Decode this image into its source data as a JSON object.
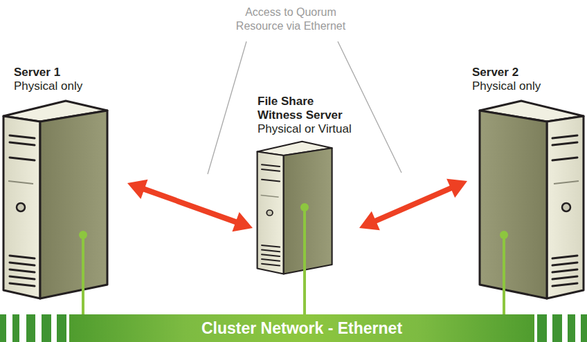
{
  "diagram": {
    "nodes": [
      {
        "text": [
          "Server 1",
          "Physical only"
        ]
      },
      {
        "text": [
          "File Share Witness Server",
          "Physical or Virtual"
        ]
      },
      {
        "text": [
          "Server 2",
          "Physical only"
        ]
      },
      {
        "text": [
          "Cluster Network - Ethernet"
        ]
      }
    ],
    "edges": [
      {
        "from": 0,
        "to": 1,
        "arrow": "both"
      },
      {
        "from": 1,
        "to": 2,
        "arrow": "both"
      },
      {
        "from": 0,
        "to": 3,
        "arrow": "none"
      },
      {
        "from": 1,
        "to": 3,
        "arrow": "none"
      },
      {
        "from": 2,
        "to": 3,
        "arrow": "none"
      }
    ],
    "labels": [
      "Access to Quorum Resource via Ethernet"
    ]
  }
}
